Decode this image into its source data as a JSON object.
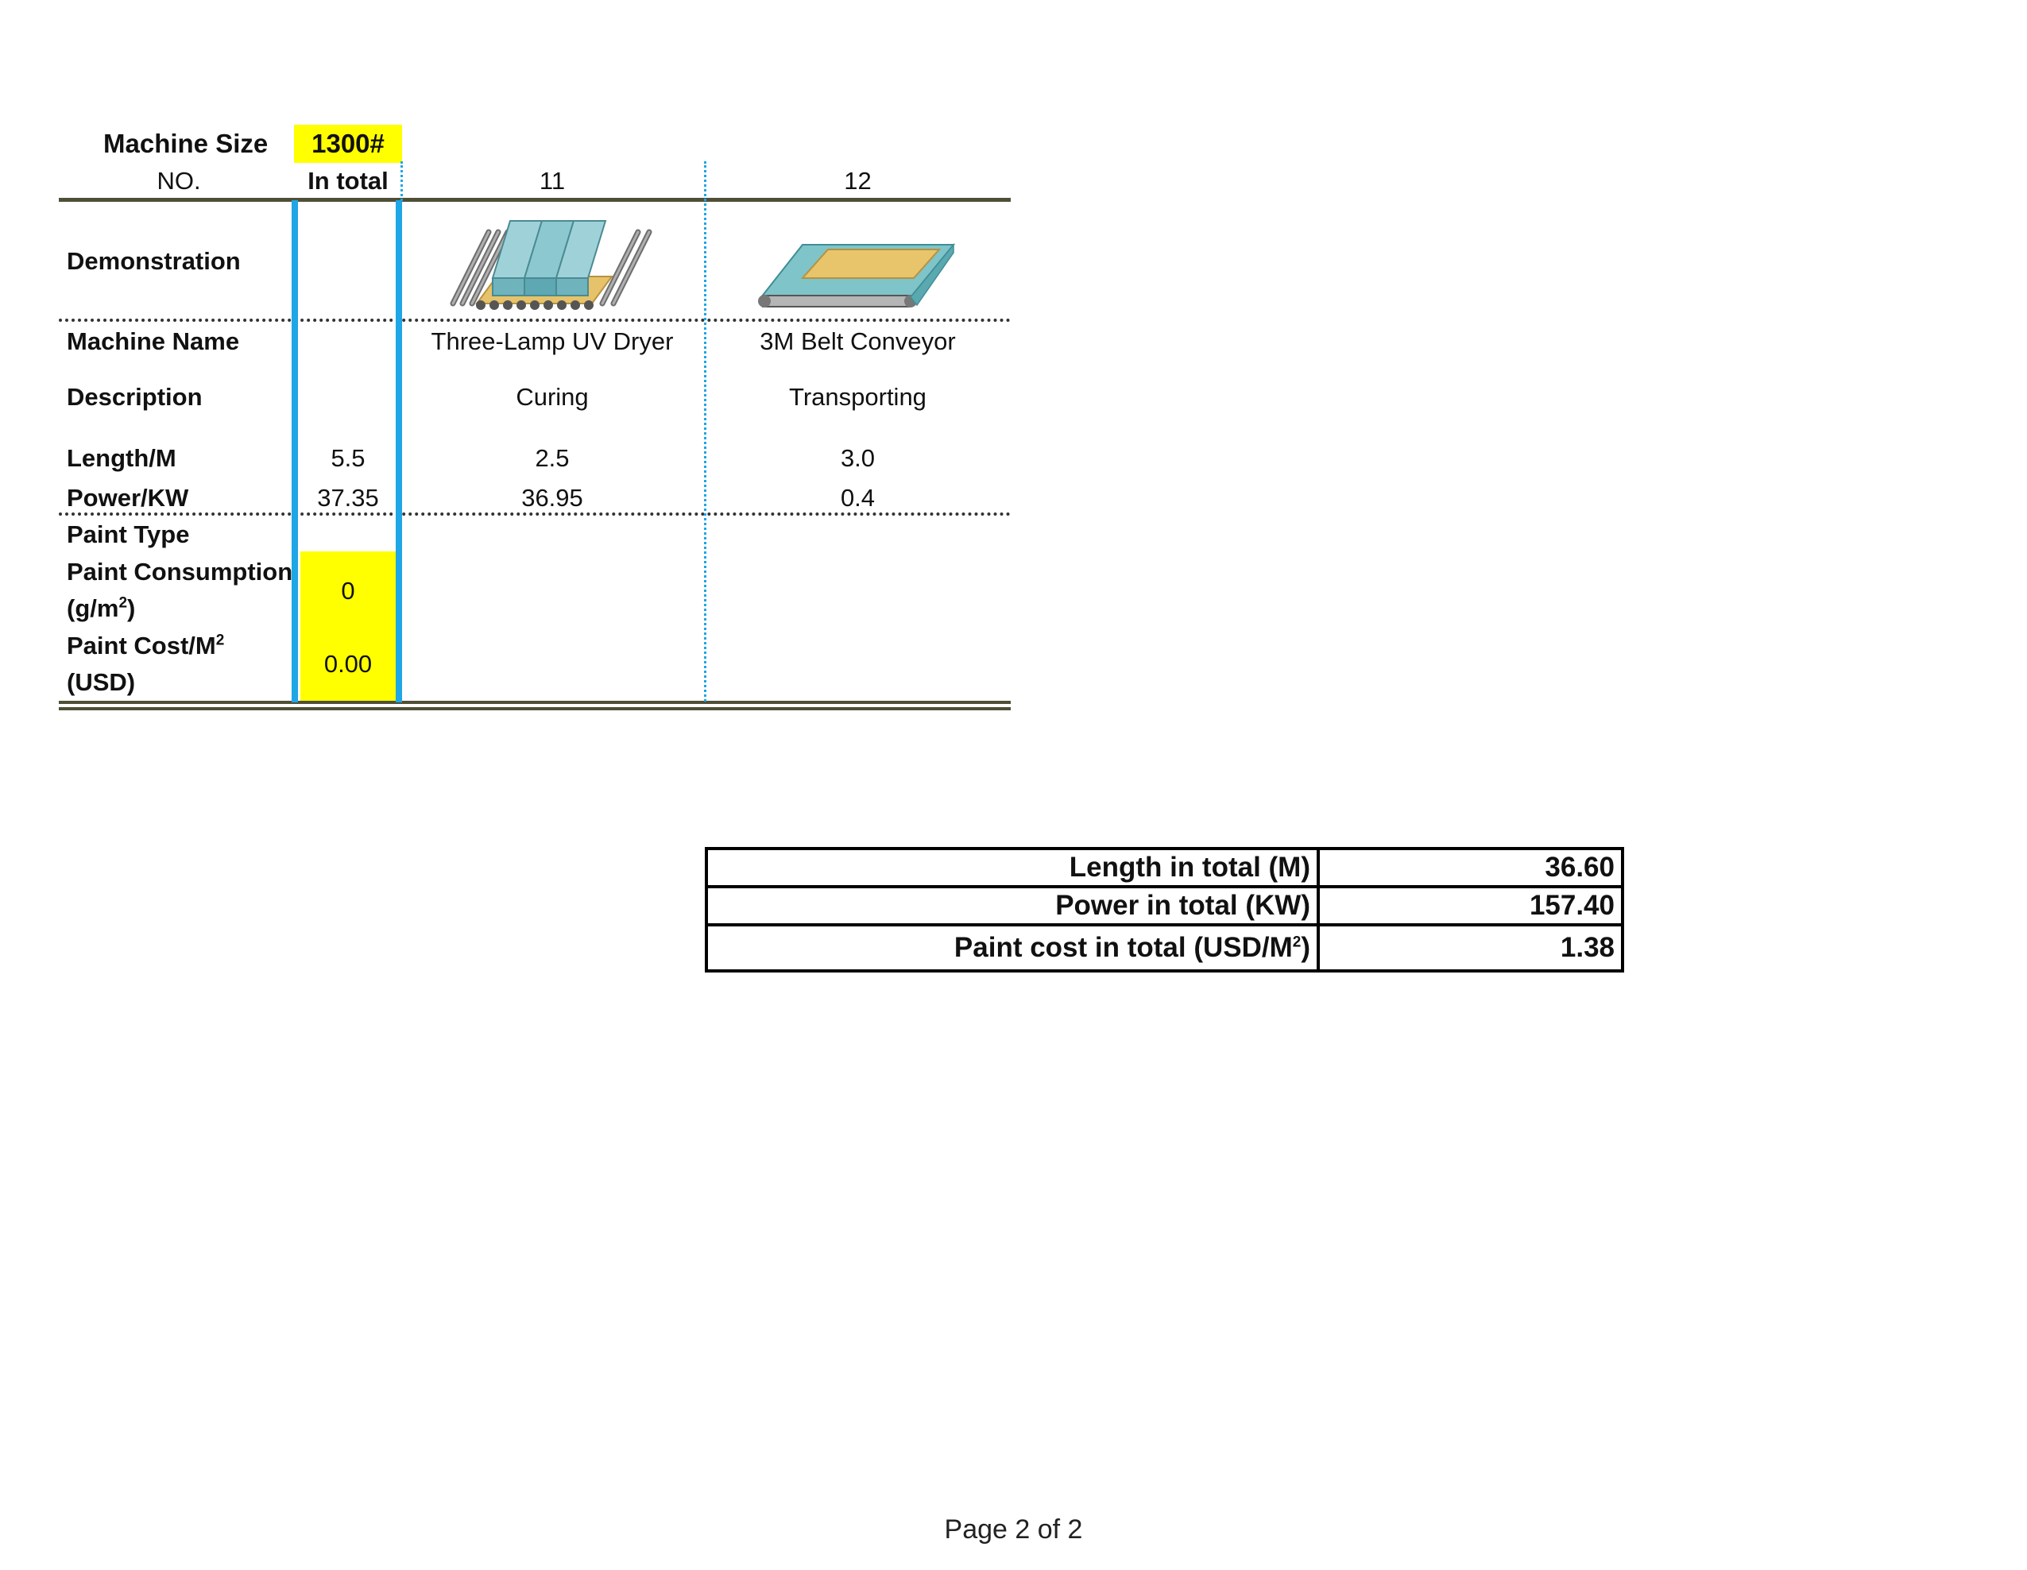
{
  "header": {
    "machine_size_label": "Machine Size",
    "machine_size_value": "1300#",
    "no_label": "NO.",
    "in_total_label": "In total",
    "col11_no": "11",
    "col12_no": "12"
  },
  "rows": {
    "demonstration": "Demonstration",
    "machine_name": "Machine Name",
    "description": "Description",
    "length": "Length/M",
    "power": "Power/KW",
    "paint_type": "Paint Type",
    "paint_consumption_line1": "Paint Consumption",
    "paint_consumption_line2": "(g/m",
    "paint_consumption_sup": "2",
    "paint_consumption_close": ")",
    "paint_cost_line1": "Paint Cost/M",
    "paint_cost_sup": "2",
    "paint_cost_line2": "(USD)"
  },
  "in_total": {
    "length": "5.5",
    "power": "37.35",
    "paint_consumption": "0",
    "paint_cost": "0.00"
  },
  "machines": [
    {
      "no": "11",
      "name": "Three-Lamp UV Dryer",
      "description": "Curing",
      "length": "2.5",
      "power": "36.95",
      "image_icon": "uv-dryer-icon"
    },
    {
      "no": "12",
      "name": "3M Belt Conveyor",
      "description": "Transporting",
      "length": "3.0",
      "power": "0.4",
      "image_icon": "belt-conveyor-icon"
    }
  ],
  "summary": {
    "length_label": "Length in total (M)",
    "length_value": "36.60",
    "power_label": "Power in total (KW)",
    "power_value": "157.40",
    "paint_label": "Paint cost in total (USD/M",
    "paint_label_sup": "2",
    "paint_label_close": ")",
    "paint_value": "1.38"
  },
  "footer": {
    "page": "Page 2 of 2"
  },
  "colors": {
    "highlight": "#ffff00",
    "column_line": "#1ea6e6",
    "rule": "#4f4f36"
  }
}
